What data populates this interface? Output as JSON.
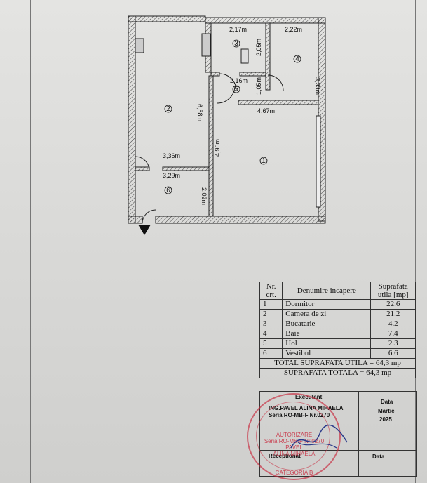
{
  "plan": {
    "dimensions": {
      "d1": "2,17m",
      "d2": "2,22m",
      "d3": "2,05m",
      "d4": "3,33m",
      "d5": "6,58m",
      "d6": "2,16m",
      "d7": "1,05m",
      "d8": "4,67m",
      "d9": "3,36m",
      "d10": "4,96m",
      "d11": "3,29m",
      "d12": "2,02m"
    },
    "room_markers": [
      "1",
      "2",
      "3",
      "4",
      "5",
      "6"
    ]
  },
  "table": {
    "headers": {
      "nr": "Nr. crt.",
      "name": "Denumire incapere",
      "area": "Suprafata utila [mp]"
    },
    "rows": [
      {
        "nr": "1",
        "name": "Dormitor",
        "area": "22.6"
      },
      {
        "nr": "2",
        "name": "Camera de zi",
        "area": "21.2"
      },
      {
        "nr": "3",
        "name": "Bucatarie",
        "area": "4.2"
      },
      {
        "nr": "4",
        "name": "Baie",
        "area": "7.4"
      },
      {
        "nr": "5",
        "name": "Hol",
        "area": "2.3"
      },
      {
        "nr": "6",
        "name": "Vestibul",
        "area": "6.6"
      }
    ],
    "total_utila": "TOTAL SUPRAFATA UTILA = 64,3 mp",
    "total_totala": "SUPRAFATA TOTALA = 64,3 mp"
  },
  "executant": {
    "label": "Executant",
    "name": "ING.PAVEL ALINA MIHAELA",
    "serie": "Seria RO-MB-F Nr.0270",
    "data_label": "Data",
    "month": "Martie",
    "year": "2025",
    "receptionat": "Receptionat",
    "data_label2": "Data"
  },
  "stamp": {
    "line1": "AUTORIZARE",
    "line2": "Seria RO-MB-F Nr.0270",
    "line3": "PAVEL",
    "line4": "ALINA MIHAELA",
    "line5": "CATEGORIA B",
    "color": "#c8283c"
  }
}
